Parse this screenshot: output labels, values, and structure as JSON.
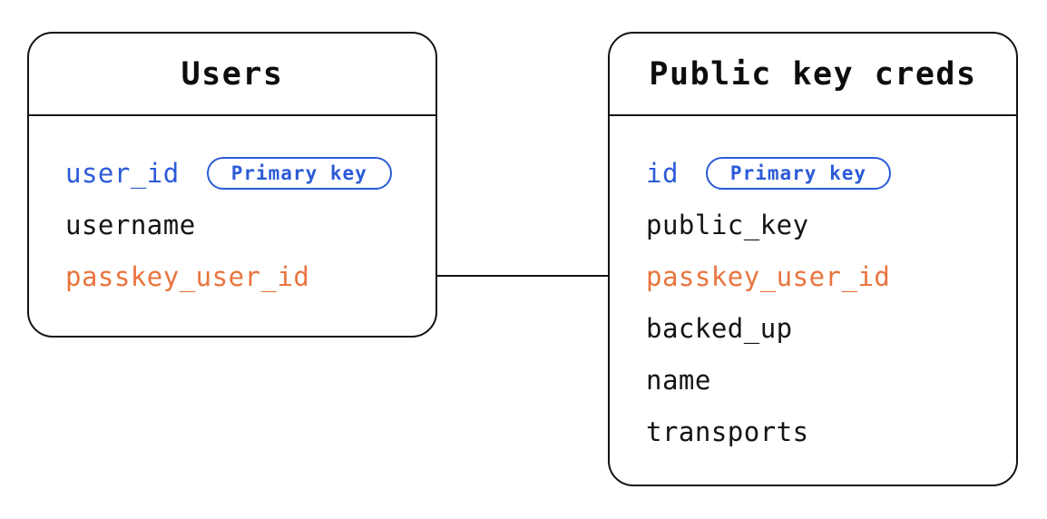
{
  "diagram": {
    "background": "#ffffff",
    "line_color": "#131313",
    "header_text_color": "#0d0d0d"
  },
  "field_colors": {
    "blue": "#2b5bd7",
    "orange": "#e9743e",
    "black": "#141414"
  },
  "badge_label": "Primary key",
  "tables": [
    {
      "id": "users",
      "title": "Users",
      "fields": [
        {
          "name": "user_id",
          "color": "blue",
          "primary_key": true
        },
        {
          "name": "username",
          "color": "black",
          "primary_key": false
        },
        {
          "name": "passkey_user_id",
          "color": "orange",
          "primary_key": false
        }
      ]
    },
    {
      "id": "public-key-creds",
      "title": "Public key creds",
      "fields": [
        {
          "name": "id",
          "color": "blue",
          "primary_key": true
        },
        {
          "name": "public_key",
          "color": "black",
          "primary_key": false
        },
        {
          "name": "passkey_user_id",
          "color": "orange",
          "primary_key": false
        },
        {
          "name": "backed_up",
          "color": "black",
          "primary_key": false
        },
        {
          "name": "name",
          "color": "black",
          "primary_key": false
        },
        {
          "name": "transports",
          "color": "black",
          "primary_key": false
        }
      ]
    }
  ],
  "relationship": {
    "from_table": "Users",
    "from_field": "passkey_user_id",
    "to_table": "Public key creds",
    "to_field": "passkey_user_id"
  }
}
